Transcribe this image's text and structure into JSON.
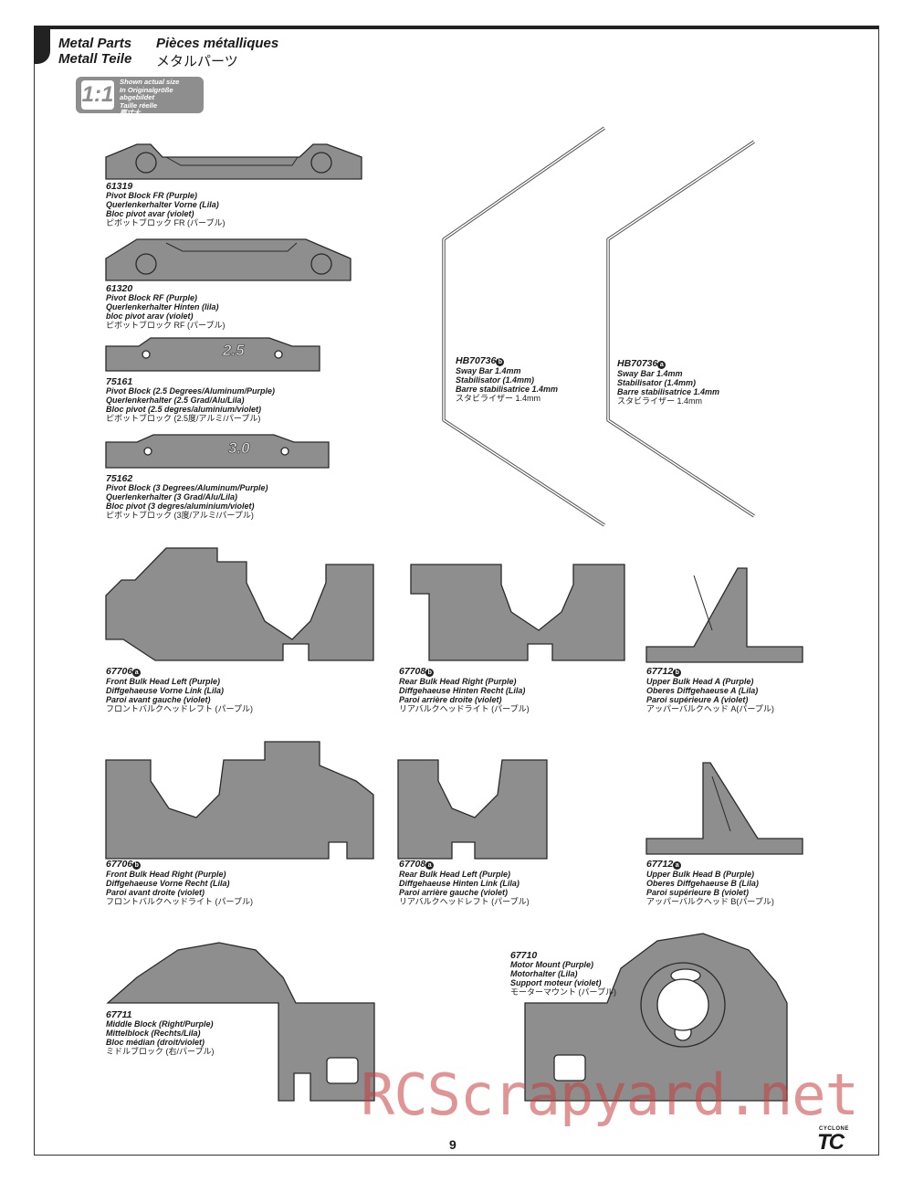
{
  "header": {
    "title_en": "Metal Parts",
    "title_fr": "Pièces métalliques",
    "title_de": "Metall Teile",
    "title_jp": "メタルパーツ"
  },
  "scale_badge": {
    "ratio": "1:1",
    "lines": [
      "Shown actual size",
      "In Originalgröße abgebildet",
      "Taille réelle",
      "原寸大"
    ]
  },
  "parts": [
    {
      "num": "61319",
      "l1": "Pivot Block FR (Purple)",
      "l2": "Querlenkerhalter Vorne (Lila)",
      "l3": "Bloc pivot avar (violet)",
      "l4": "ピボットブロック FR (パープル)"
    },
    {
      "num": "61320",
      "l1": "Pivot Block RF  (Purple)",
      "l2": "Querlenkerhalter Hinten (lila)",
      "l3": "bloc pivot arav (violet)",
      "l4": "ピボットブロック RF (パープル)"
    },
    {
      "num": "75161",
      "l1": "Pivot Block (2.5 Degrees/Aluminum/Purple)",
      "l2": "Querlenkerhalter (2.5 Grad/Alu/Lila)",
      "l3": "Bloc pivot  (2.5 degres/aluminium/violet)",
      "l4": "ピボットブロック (2.5度/アルミ/パープル)",
      "stamp": "2.5"
    },
    {
      "num": "75162",
      "l1": "Pivot Block (3 Degrees/Aluminum/Purple)",
      "l2": "Querlenkerhalter (3 Grad/Alu/Lila)",
      "l3": "Bloc pivot  (3 degres/aluminium/violet)",
      "l4": "ピボットブロック (3度/アルミ/パープル)",
      "stamp": "3.0"
    },
    {
      "num": "HB70736",
      "badge": "b",
      "l1": "Sway Bar 1.4mm",
      "l2": "Stabilisator (1.4mm)",
      "l3": "Barre stabilisatrice 1.4mm",
      "l4": "スタビライザー 1.4mm"
    },
    {
      "num": "HB70736",
      "badge": "a",
      "l1": "Sway Bar 1.4mm",
      "l2": "Stabilisator (1.4mm)",
      "l3": "Barre stabilisatrice 1.4mm",
      "l4": "スタビライザー 1.4mm"
    },
    {
      "num": "67706",
      "badge": "a",
      "l1": "Front Bulk Head Left (Purple)",
      "l2": "Diffgehaeuse Vorne Link (Lila)",
      "l3": "Paroi avant gauche (violet)",
      "l4": "フロントバルクヘッドレフト (パープル)"
    },
    {
      "num": "67708",
      "badge": "b",
      "l1": "Rear Bulk Head Right (Purple)",
      "l2": "Diffgehaeuse Hinten Recht (Lila)",
      "l3": "Paroi arrière droite (violet)",
      "l4": "リアバルクヘッドライト (パープル)"
    },
    {
      "num": "67712",
      "badge": "b",
      "l1": "Upper Bulk Head A (Purple)",
      "l2": "Oberes Diffgehaeuse A (Lila)",
      "l3": "Paroi supérieure A (violet)",
      "l4": "アッパーバルクヘッド A(パープル)"
    },
    {
      "num": "67706",
      "badge": "b",
      "l1": "Front Bulk Head Right (Purple)",
      "l2": "Diffgehaeuse Vorne Recht (Lila)",
      "l3": "Paroi avant droite (violet)",
      "l4": "フロントバルクヘッドライト (パープル)"
    },
    {
      "num": "67708",
      "badge": "a",
      "l1": "Rear Bulk Head Left (Purple)",
      "l2": "Diffgehaeuse Hinten Link (Lila)",
      "l3": "Paroi arrière gauche (violet)",
      "l4": "リアバルクヘッドレフト (パープル)"
    },
    {
      "num": "67712",
      "badge": "a",
      "l1": "Upper Bulk Head B (Purple)",
      "l2": "Oberes Diffgehaeuse B (Lila)",
      "l3": "Paroi supérieure B (violet)",
      "l4": "アッパーバルクヘッド B(パープル)"
    },
    {
      "num": "67711",
      "l1": "Middle Block (Right/Purple)",
      "l2": "Mittelblock (Rechts/Lila)",
      "l3": "Bloc médian (droit/violet)",
      "l4": "ミドルブロック (右/パープル)"
    },
    {
      "num": "67710",
      "l1": "Motor Mount (Purple)",
      "l2": "Motorhalter (Lila)",
      "l3": "Support moteur (violet)",
      "l4": "モーターマウント (パープル)"
    }
  ],
  "page_number": "9",
  "watermark": "RCScrapyard.net",
  "logo": {
    "small": "CYCLONE",
    "big": "TC"
  },
  "colors": {
    "part_fill": "#8e8e8e",
    "part_stroke": "#2a2a2a",
    "watermark": "#c83c3c"
  }
}
